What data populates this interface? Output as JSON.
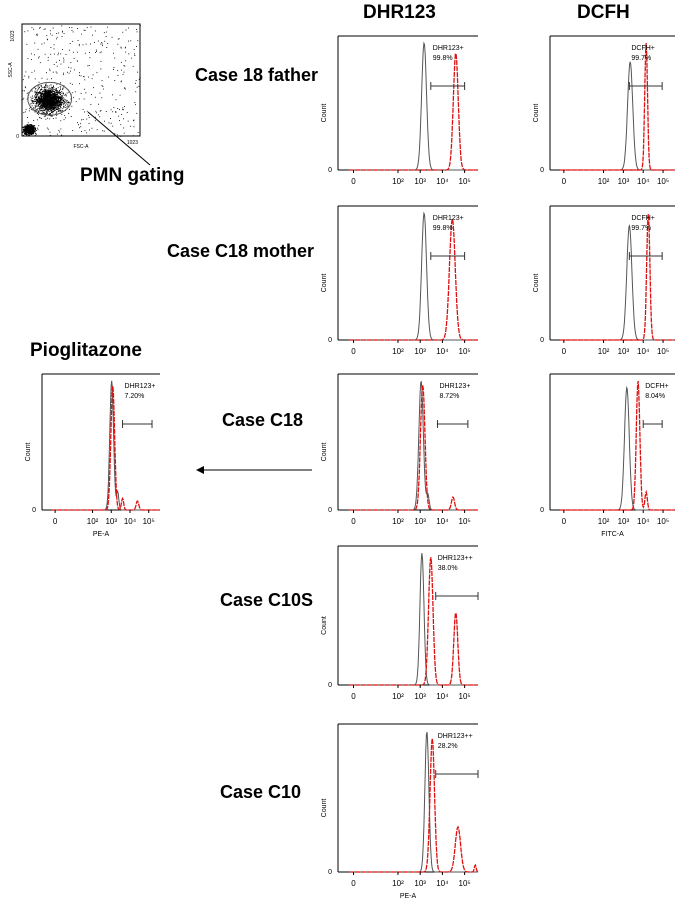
{
  "column_titles": {
    "dhr": "DHR123",
    "dcfh": "DCFH"
  },
  "labels": {
    "pmn_gating": "PMN gating",
    "pioglitazone": "Pioglitazone",
    "case_18_father": "Case 18 father",
    "case_c18_mother": "Case C18 mother",
    "case_c18": "Case C18",
    "case_c10s": "Case C10S",
    "case_c10": "Case C10"
  },
  "colors": {
    "control": "#555555",
    "sample": "#e01010",
    "axis": "#000000",
    "gate": "#333333"
  },
  "chart_data": [
    {
      "id": "scatter",
      "type": "scatter",
      "title": "",
      "xlabel": "FSC-A",
      "ylabel": "SSC-A",
      "x_tick_labels": [
        "0",
        "1023"
      ],
      "y_tick_labels": [
        "0",
        "1023"
      ],
      "xlim": [
        0,
        1023
      ],
      "ylim": [
        0,
        1023
      ],
      "populations": [
        {
          "name": "debris",
          "center": [
            60,
            60
          ],
          "spread": [
            45,
            40
          ],
          "count": 900
        },
        {
          "name": "PMN",
          "center": [
            230,
            330
          ],
          "spread": [
            120,
            110
          ],
          "count": 1700
        },
        {
          "name": "background",
          "center": [
            500,
            500
          ],
          "spread": [
            500,
            500
          ],
          "count": 380
        }
      ],
      "gate": {
        "type": "ellipse",
        "center": [
          240,
          340
        ],
        "radii": [
          190,
          150
        ]
      }
    },
    {
      "id": "dhr_father",
      "type": "line",
      "xscale": "log",
      "xlim": [
        0.2,
        400000
      ],
      "x_tick_labels": [
        "0",
        "10²",
        "10³",
        "10⁴",
        "10⁵"
      ],
      "y_tick_labels": [
        "0"
      ],
      "ylabel": "Count",
      "xlabel": "",
      "gate_label": "DHR123+",
      "gate_value": "99.8%",
      "gate_range": [
        3000,
        100000
      ],
      "series": [
        {
          "peaks": [
            {
              "center": 1500,
              "width": 0.11,
              "height": 1.0
            }
          ]
        },
        {
          "peaks": [
            {
              "center": 40000,
              "width": 0.11,
              "height": 0.92
            }
          ]
        }
      ]
    },
    {
      "id": "dcfh_father",
      "type": "line",
      "xscale": "log",
      "xlim": [
        0.2,
        400000
      ],
      "x_tick_labels": [
        "0",
        "10²",
        "10³",
        "10⁴",
        "10⁵"
      ],
      "y_tick_labels": [
        "0"
      ],
      "ylabel": "Count",
      "xlabel": "",
      "gate_label": "DCFH+",
      "gate_value": "99.7%",
      "gate_range": [
        2000,
        90000
      ],
      "series": [
        {
          "peaks": [
            {
              "center": 2200,
              "width": 0.13,
              "height": 0.85
            }
          ]
        },
        {
          "peaks": [
            {
              "center": 14000,
              "width": 0.07,
              "height": 1.0
            }
          ]
        }
      ]
    },
    {
      "id": "dhr_mother",
      "type": "line",
      "xscale": "log",
      "xlim": [
        0.2,
        400000
      ],
      "x_tick_labels": [
        "0",
        "10²",
        "10³",
        "10⁴",
        "10⁵"
      ],
      "y_tick_labels": [
        "0"
      ],
      "ylabel": "Count",
      "xlabel": "",
      "gate_label": "DHR123+",
      "gate_value": "99.8%",
      "gate_range": [
        3000,
        100000
      ],
      "series": [
        {
          "peaks": [
            {
              "center": 1500,
              "width": 0.11,
              "height": 1.0
            }
          ]
        },
        {
          "peaks": [
            {
              "center": 28000,
              "width": 0.13,
              "height": 0.95
            }
          ]
        }
      ]
    },
    {
      "id": "dcfh_mother",
      "type": "line",
      "xscale": "log",
      "xlim": [
        0.2,
        400000
      ],
      "x_tick_labels": [
        "0",
        "10²",
        "10³",
        "10⁴",
        "10⁵"
      ],
      "y_tick_labels": [
        "0"
      ],
      "ylabel": "Count",
      "xlabel": "",
      "gate_label": "DCFH+",
      "gate_value": "99.7%",
      "gate_range": [
        2000,
        90000
      ],
      "series": [
        {
          "peaks": [
            {
              "center": 2000,
              "width": 0.13,
              "height": 0.9
            }
          ]
        },
        {
          "peaks": [
            {
              "center": 18000,
              "width": 0.08,
              "height": 1.0
            }
          ]
        }
      ]
    },
    {
      "id": "dhr_c18",
      "type": "line",
      "xscale": "log",
      "xlim": [
        0.2,
        400000
      ],
      "x_tick_labels": [
        "0",
        "10²",
        "10³",
        "10⁴",
        "10⁵"
      ],
      "y_tick_labels": [
        "0"
      ],
      "ylabel": "Count",
      "xlabel": "",
      "gate_label": "DHR123+",
      "gate_value": "8.72%",
      "gate_range": [
        6000,
        140000
      ],
      "series": [
        {
          "peaks": [
            {
              "center": 1100,
              "width": 0.1,
              "height": 1.0
            },
            {
              "center": 2200,
              "width": 0.06,
              "height": 0.12
            }
          ]
        },
        {
          "peaks": [
            {
              "center": 1300,
              "width": 0.1,
              "height": 0.97
            },
            {
              "center": 30000,
              "width": 0.07,
              "height": 0.1
            }
          ]
        }
      ]
    },
    {
      "id": "dcfh_c18",
      "type": "line",
      "xscale": "log",
      "xlim": [
        0.2,
        400000
      ],
      "x_tick_labels": [
        "0",
        "10²",
        "10³",
        "10⁴",
        "10⁵"
      ],
      "y_tick_labels": [
        "0"
      ],
      "ylabel": "",
      "xlabel": "FITC-A",
      "gate_label": "DCFH+",
      "gate_value": "8.04%",
      "gate_range": [
        10000,
        90000
      ],
      "series": [
        {
          "peaks": [
            {
              "center": 1500,
              "width": 0.12,
              "height": 0.95
            }
          ]
        },
        {
          "peaks": [
            {
              "center": 5500,
              "width": 0.09,
              "height": 1.0
            },
            {
              "center": 14000,
              "width": 0.06,
              "height": 0.14
            }
          ]
        }
      ]
    },
    {
      "id": "pioglitazone",
      "type": "line",
      "xscale": "log",
      "xlim": [
        0.2,
        400000
      ],
      "x_tick_labels": [
        "0",
        "10²",
        "10³",
        "10⁴",
        "10⁵"
      ],
      "y_tick_labels": [
        "0"
      ],
      "ylabel": "Count",
      "xlabel": "PE-A",
      "gate_label": "DHR123+",
      "gate_value": "7.20%",
      "gate_range": [
        4000,
        150000
      ],
      "series": [
        {
          "peaks": [
            {
              "center": 1050,
              "width": 0.1,
              "height": 1.0
            },
            {
              "center": 2200,
              "width": 0.06,
              "height": 0.14
            }
          ]
        },
        {
          "peaks": [
            {
              "center": 1200,
              "width": 0.1,
              "height": 0.96
            },
            {
              "center": 4000,
              "width": 0.06,
              "height": 0.09
            },
            {
              "center": 25000,
              "width": 0.07,
              "height": 0.07
            }
          ]
        }
      ]
    },
    {
      "id": "dhr_c10s",
      "type": "line",
      "xscale": "log",
      "xlim": [
        0.2,
        400000
      ],
      "x_tick_labels": [
        "0",
        "10²",
        "10³",
        "10⁴",
        "10⁵"
      ],
      "y_tick_labels": [
        "0"
      ],
      "ylabel": "Count",
      "xlabel": "",
      "gate_label": "DHR123++",
      "gate_value": "38.0%",
      "gate_range": [
        5000,
        400000
      ],
      "series": [
        {
          "peaks": [
            {
              "center": 1200,
              "width": 0.09,
              "height": 1.0
            }
          ]
        },
        {
          "peaks": [
            {
              "center": 3000,
              "width": 0.1,
              "height": 0.97
            },
            {
              "center": 40000,
              "width": 0.09,
              "height": 0.55
            }
          ]
        }
      ]
    },
    {
      "id": "dhr_c10",
      "type": "line",
      "xscale": "log",
      "xlim": [
        0.2,
        400000
      ],
      "x_tick_labels": [
        "0",
        "10²",
        "10³",
        "10⁴",
        "10⁵"
      ],
      "y_tick_labels": [
        "0"
      ],
      "ylabel": "Count",
      "xlabel": "PE-A",
      "gate_label": "DHR123++",
      "gate_value": "28.2%",
      "gate_range": [
        5000,
        400000
      ],
      "series": [
        {
          "peaks": [
            {
              "center": 2000,
              "width": 0.09,
              "height": 1.0
            }
          ]
        },
        {
          "peaks": [
            {
              "center": 3500,
              "width": 0.1,
              "height": 0.95
            },
            {
              "center": 50000,
              "width": 0.12,
              "height": 0.32
            },
            {
              "center": 300000,
              "width": 0.04,
              "height": 0.05
            }
          ]
        }
      ]
    }
  ]
}
